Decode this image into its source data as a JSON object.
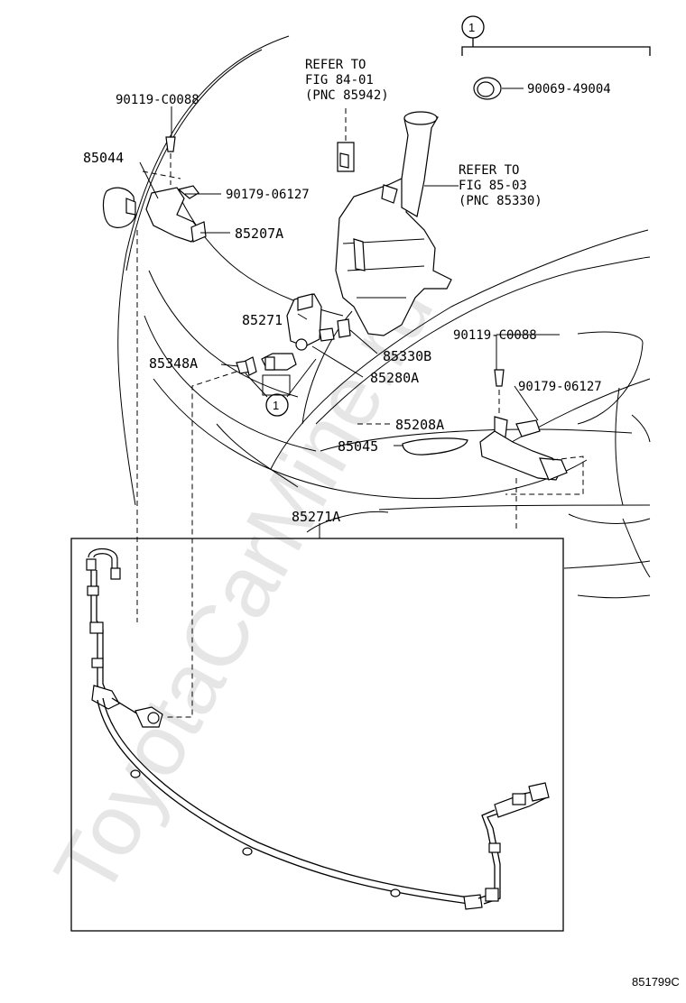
{
  "watermark": "ToyotaCarMine.ru",
  "drawing_code": "851799C",
  "callout_marker": "1",
  "labels": {
    "p90119_top": "90119-C0088",
    "p85044": "85044",
    "p90179_top": "90179-06127",
    "p85207A": "85207A",
    "p85271": "85271",
    "p85348A": "85348A",
    "p85330B": "85330B",
    "p85280A": "85280A",
    "p90119_right": "90119-C0088",
    "p90179_right": "90179-06127",
    "p85208A": "85208A",
    "p85045": "85045",
    "p85271A": "85271A",
    "p90069": "90069-49004"
  },
  "refer_84": [
    "REFER TO",
    "FIG 84-01",
    "(PNC 85942)"
  ],
  "refer_85": [
    "REFER TO",
    "FIG 85-03",
    "(PNC 85330)"
  ]
}
